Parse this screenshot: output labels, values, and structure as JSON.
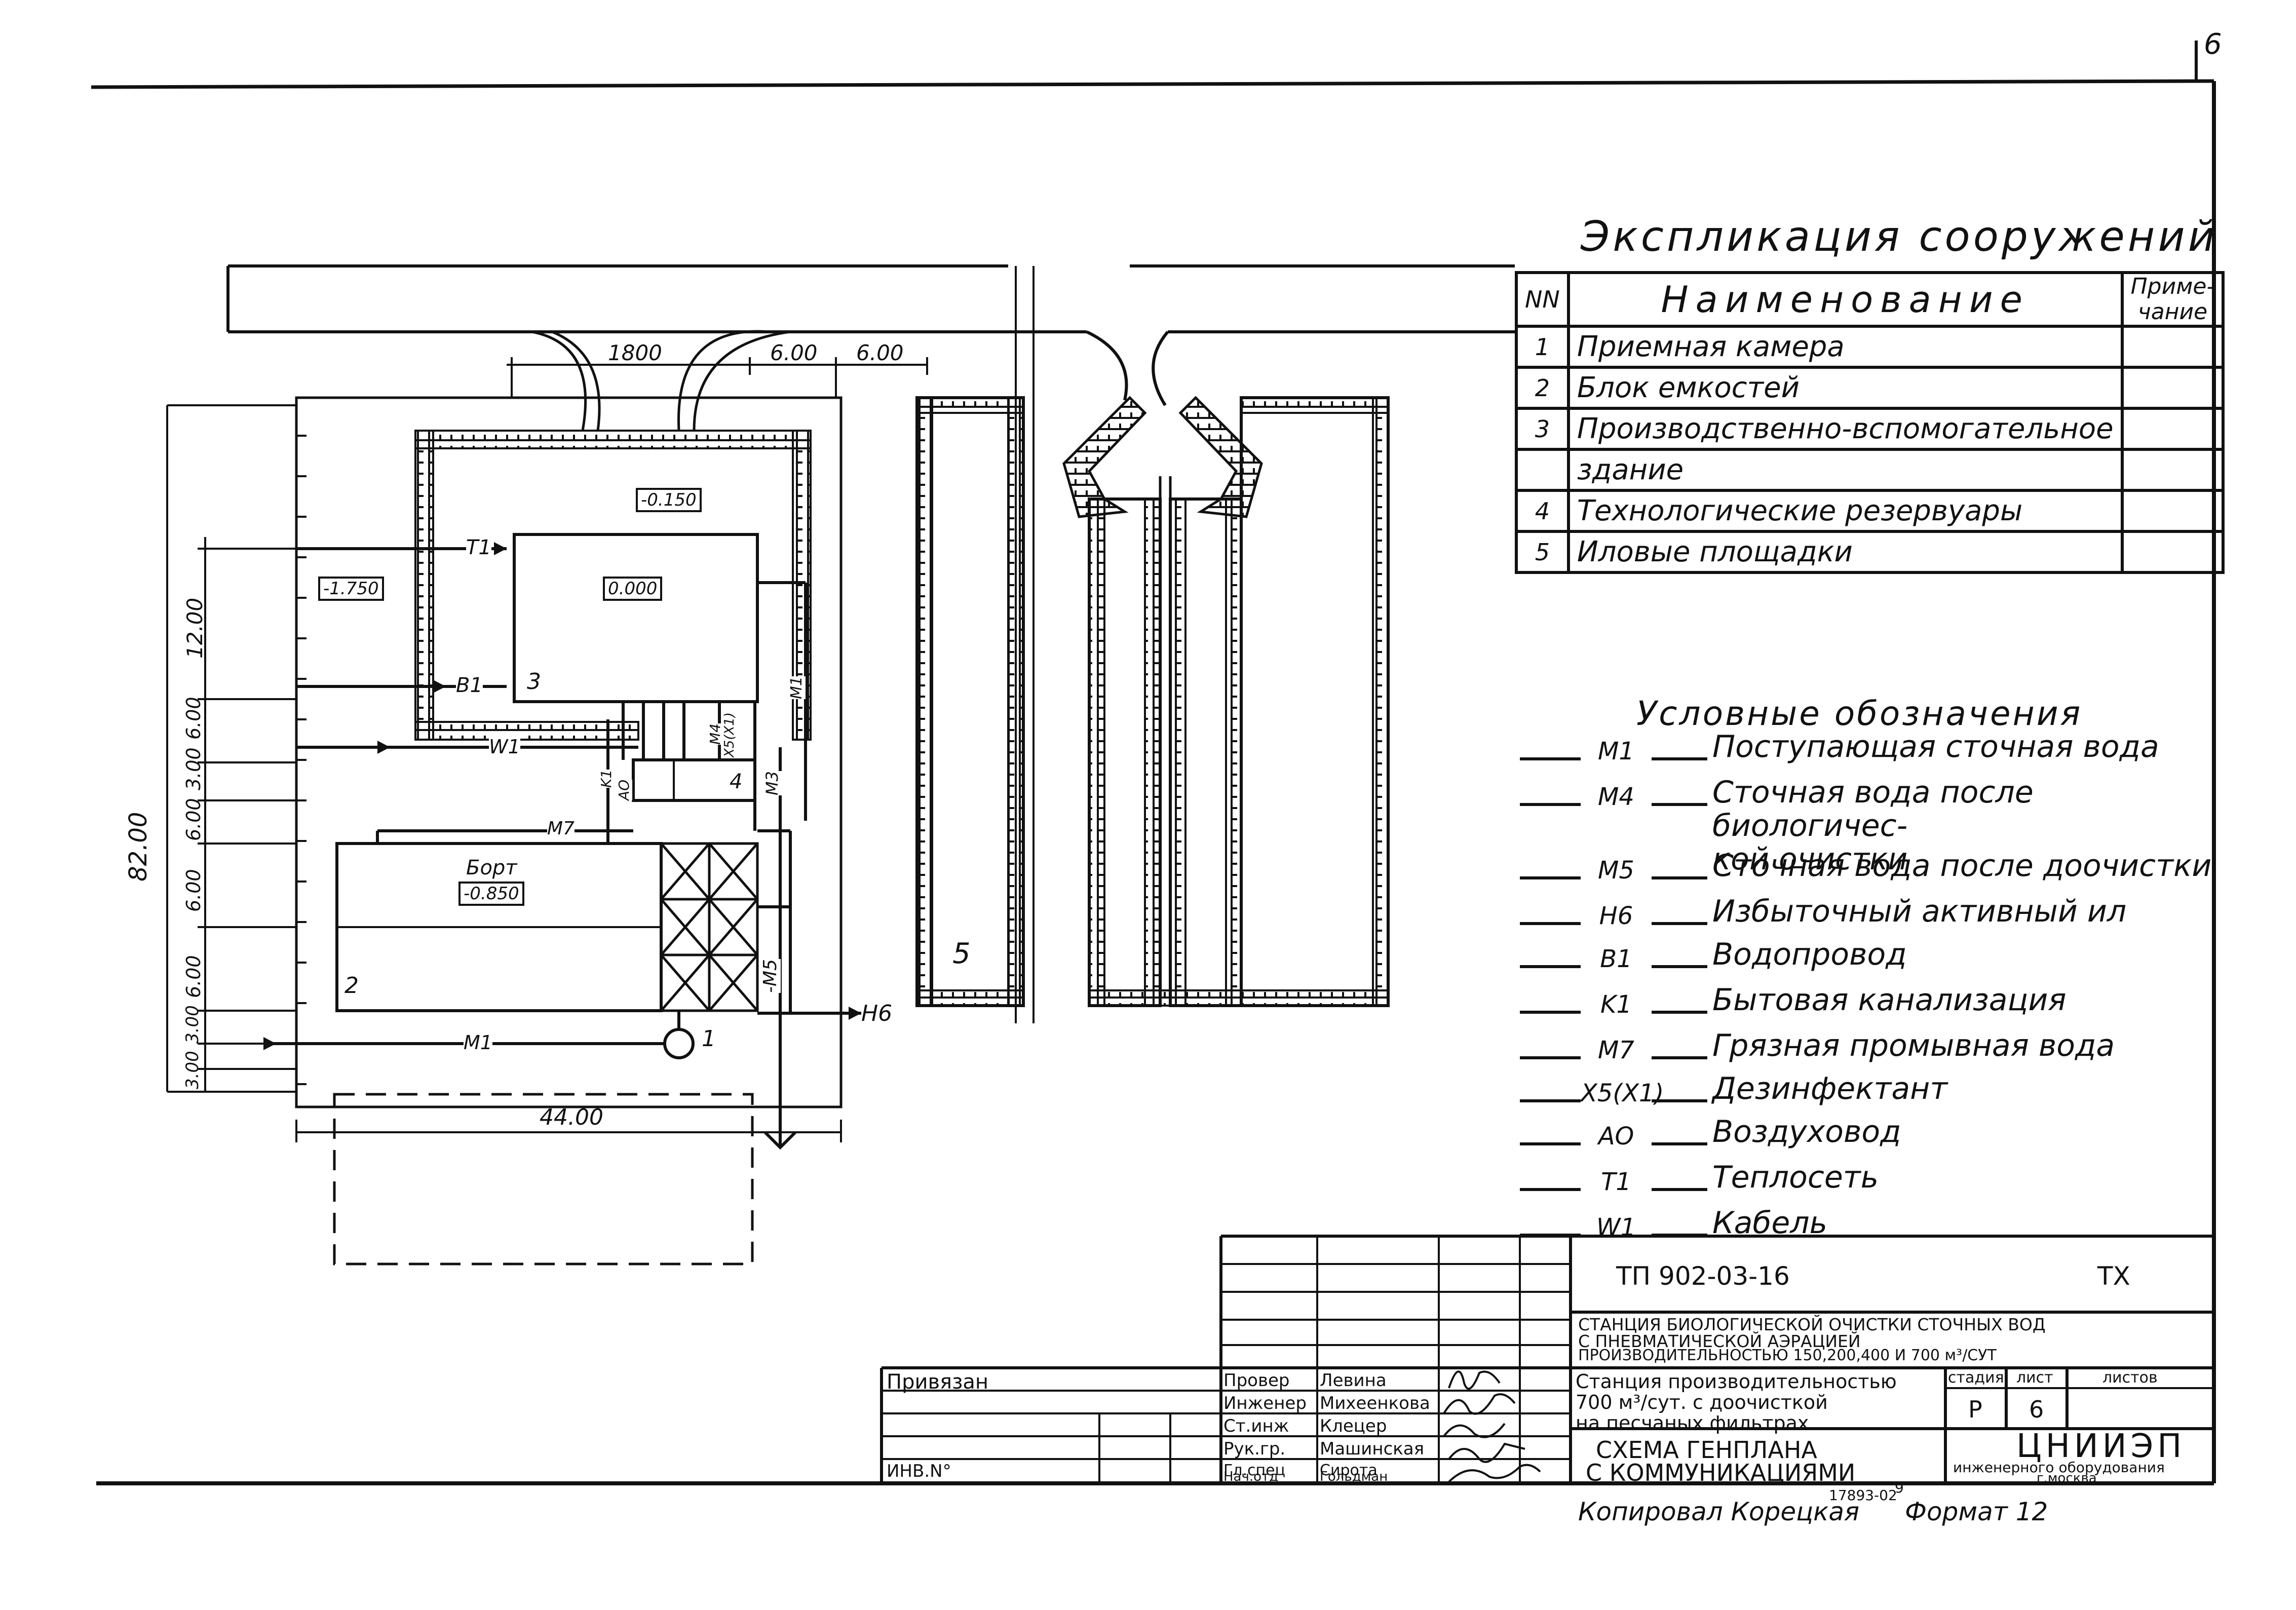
{
  "page": {
    "corner_number": "6"
  },
  "explication": {
    "title": "Экспликация сооружений",
    "header": {
      "nn": "NN",
      "name": "Наименование",
      "note": "Приме-\nчание"
    },
    "rows": [
      {
        "nn": "1",
        "name": "Приемная камера"
      },
      {
        "nn": "2",
        "name": "Блок емкостей"
      },
      {
        "nn": "3",
        "name": "Производственно-вспомогательное"
      },
      {
        "nn": "",
        "name": "здание"
      },
      {
        "nn": "4",
        "name": "Технологические резервуары"
      },
      {
        "nn": "5",
        "name": "Иловые площадки"
      }
    ]
  },
  "legend": {
    "title": "Условные обозначения",
    "items": [
      {
        "code": "M1",
        "text": "Поступающая сточная вода"
      },
      {
        "code": "M4",
        "text": "Сточная вода после биологичес-\nкой очистки"
      },
      {
        "code": "M5",
        "text": "Сточная вода после доочистки"
      },
      {
        "code": "H6",
        "text": "Избыточный активный ил"
      },
      {
        "code": "B1",
        "text": "Водопровод"
      },
      {
        "code": "K1",
        "text": "Бытовая канализация"
      },
      {
        "code": "M7",
        "text": "Грязная промывная вода"
      },
      {
        "code": "X5(X1)",
        "text": "Дезинфектант"
      },
      {
        "code": "AO",
        "text": "Воздуховод"
      },
      {
        "code": "T1",
        "text": "Теплосеть"
      },
      {
        "code": "W1",
        "text": "Кабель"
      }
    ]
  },
  "plan": {
    "dims": {
      "top_1800": "1800",
      "top_600a": "6.00",
      "top_600b": "6.00",
      "left_total": "82.00",
      "left_1200": "12.00",
      "left_600a": "6.00",
      "left_300a": "3.00",
      "left_600b": "6.00",
      "left_600c": "6.00",
      "left_600d": "6.00",
      "left_300b": "3.00",
      "left_300c": "3.00",
      "bottom_4400": "44.00"
    },
    "elevations": {
      "site": "-1.750",
      "yard": "-0.150",
      "building": "0.000",
      "tank": "-0.850"
    },
    "labels": {
      "bort": "Борт",
      "n1": "1",
      "n2": "2",
      "n3": "3",
      "n4": "4",
      "n5": "5",
      "T1": "T1",
      "B1": "B1",
      "W1": "W1",
      "M7": "M7",
      "M1": "M1",
      "H6": "H6",
      "M5": "-M5",
      "M3": "M3",
      "M1v": "M1",
      "M4": "M4",
      "X5": "X5(X1)",
      "K1": "K1",
      "AO": "AO"
    }
  },
  "title_block": {
    "doc_code": "ТП 902-03-16",
    "sheet_mark": "ТХ",
    "project_line1": "СТАНЦИЯ БИОЛОГИЧЕСКОЙ ОЧИСТКИ СТОЧНЫХ ВОД",
    "project_line2": "С ПНЕВМАТИЧЕСКОЙ АЭРАЦИЕЙ",
    "project_line3": "ПРОИЗВОДИТЕЛЬНОСТЬЮ 150,200,400 И 700 м³/СУТ",
    "station_line1": "Станция производительностью",
    "station_line2": "700 м³/сут. с доочисткой",
    "station_line3": "на песчаных фильтрах",
    "stage_label": "стадия",
    "sheet_label": "лист",
    "sheets_label": "листов",
    "stage_value": "Р",
    "sheet_value": "6",
    "drawing_title1": "СХЕМА ГЕНПЛАНА",
    "drawing_title2": "С КОММУНИКАЦИЯМИ",
    "org_name": "ЦНИИЭП",
    "org_sub1": "инженерного оборудования",
    "org_sub2": "г.москва",
    "bound_label": "Привязан",
    "inv_label": "ИНВ.N°",
    "signers": [
      {
        "role": "Провер",
        "name": "Левина"
      },
      {
        "role": "Инженер",
        "name": "Михеенкова"
      },
      {
        "role": "Ст.инж",
        "name": "Клецер"
      },
      {
        "role": "Рук.гр.",
        "name": "Машинская"
      },
      {
        "role": "Гл.спец",
        "name": "Сирота"
      },
      {
        "role": "Нач.отд",
        "name": "Гольдман"
      }
    ],
    "copied_by": "Копировал Корецкая",
    "format": "Формат 12",
    "archive_no": "17893-02",
    "archive_sheet": "9"
  }
}
